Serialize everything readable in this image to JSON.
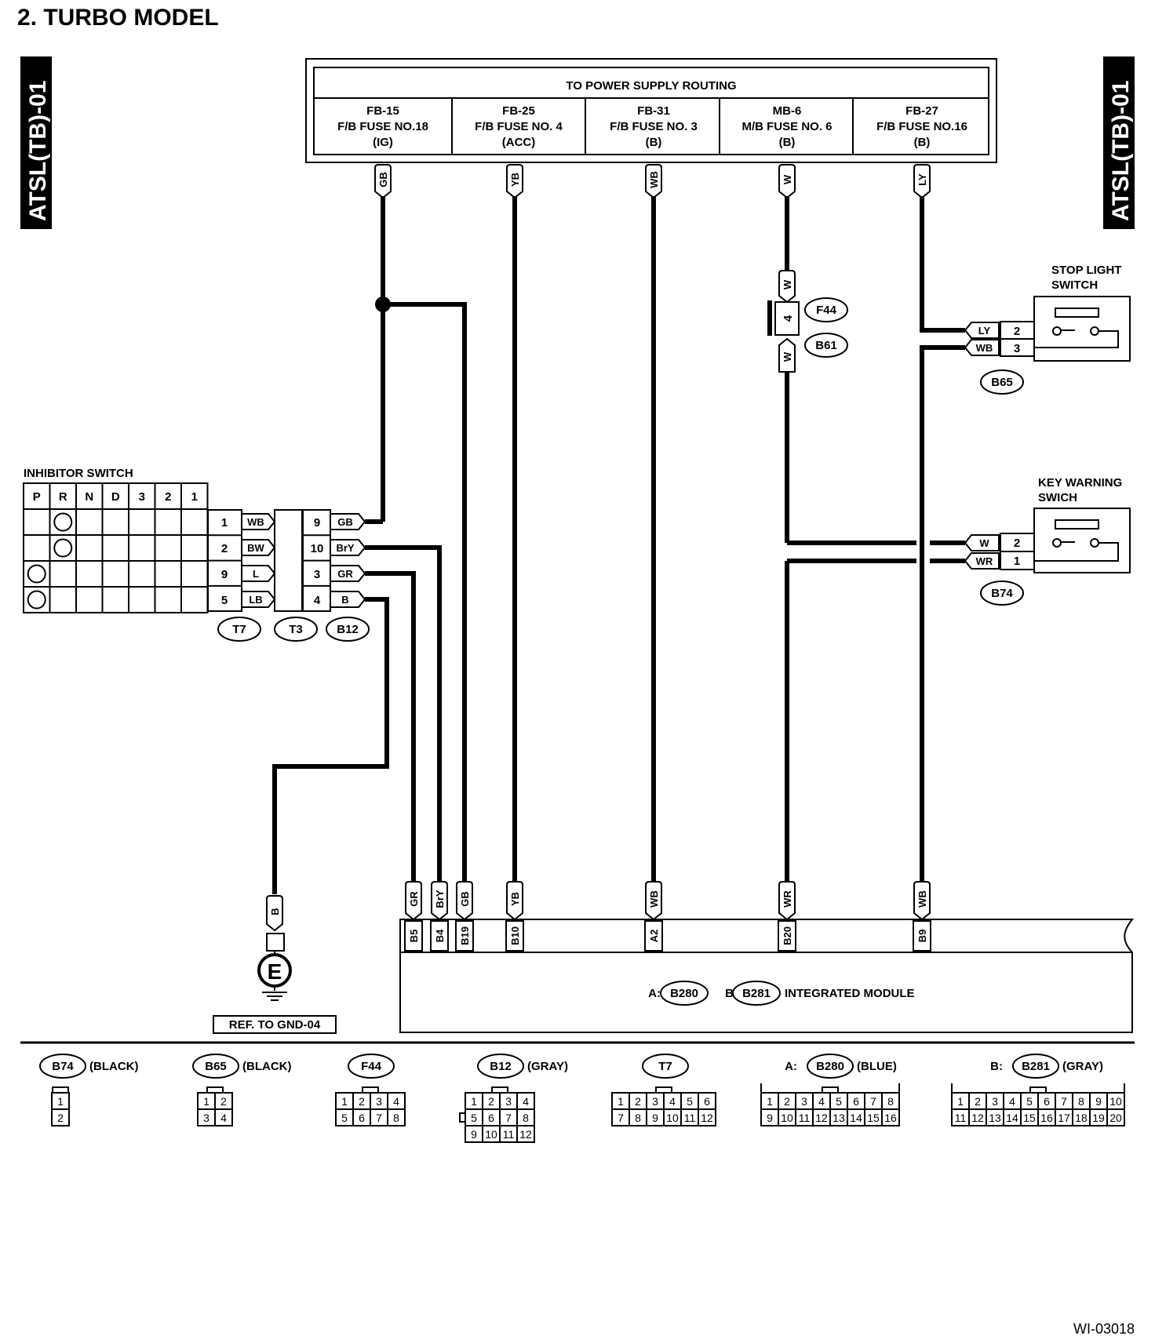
{
  "title": "2.  TURBO MODEL",
  "side_tab_left": "ATSL(TB)-01",
  "side_tab_right": "ATSL(TB)-01",
  "figure_id": "WI-03018",
  "power_supply": {
    "header": "TO POWER SUPPLY ROUTING",
    "fuses": [
      {
        "line1": "FB-15",
        "line2": "F/B FUSE NO.18",
        "line3": "(IG)",
        "wire": "GB"
      },
      {
        "line1": "FB-25",
        "line2": "F/B FUSE NO. 4",
        "line3": "(ACC)",
        "wire": "YB"
      },
      {
        "line1": "FB-31",
        "line2": "F/B FUSE NO. 3",
        "line3": "(B)",
        "wire": "WB"
      },
      {
        "line1": "MB-6",
        "line2": "M/B FUSE NO. 6",
        "line3": "(B)",
        "wire": "W"
      },
      {
        "line1": "FB-27",
        "line2": "F/B FUSE NO.16",
        "line3": "(B)",
        "wire": "LY"
      }
    ]
  },
  "inline_connector": {
    "pin": "4",
    "wire_top": "W",
    "wire_bottom": "W",
    "ids": [
      "F44",
      "B61"
    ]
  },
  "stop_light_switch": {
    "label1": "STOP LIGHT",
    "label2": "SWITCH",
    "connector": "B65",
    "pins": [
      {
        "wire": "LY",
        "pin": "2"
      },
      {
        "wire": "WB",
        "pin": "3"
      }
    ]
  },
  "key_warning_switch": {
    "label1": "KEY WARNING",
    "label2": "SWICH",
    "connector": "B74",
    "pins": [
      {
        "wire": "W",
        "pin": "2"
      },
      {
        "wire": "WR",
        "pin": "1"
      }
    ]
  },
  "inhibitor_switch": {
    "label": "INHIBITOR SWITCH",
    "positions": [
      "P",
      "R",
      "N",
      "D",
      "3",
      "2",
      "1"
    ],
    "rows": [
      {
        "t7_pin": "1",
        "t7_wire": "WB",
        "b12_pin": "9",
        "b12_wire": "GB"
      },
      {
        "t7_pin": "2",
        "t7_wire": "BW",
        "b12_pin": "10",
        "b12_wire": "BrY"
      },
      {
        "t7_pin": "9",
        "t7_wire": "L",
        "b12_pin": "3",
        "b12_wire": "GR"
      },
      {
        "t7_pin": "5",
        "t7_wire": "LB",
        "b12_pin": "4",
        "b12_wire": "B"
      }
    ],
    "connectors": [
      "T7",
      "T3",
      "B12"
    ]
  },
  "ground": {
    "wire": "B",
    "symbol": "E",
    "ref": "REF. TO GND-04"
  },
  "module": {
    "label_a": "A:",
    "conn_a": "B280",
    "label_b": "B:",
    "conn_b": "B281",
    "name": "INTEGRATED MODULE",
    "terminals": [
      {
        "wire": "GR",
        "term": "B5"
      },
      {
        "wire": "BrY",
        "term": "B4"
      },
      {
        "wire": "GB",
        "term": "B19"
      },
      {
        "wire": "YB",
        "term": "B10"
      },
      {
        "wire": "WB",
        "term": "A2"
      },
      {
        "wire": "WR",
        "term": "B20"
      },
      {
        "wire": "WB",
        "term": "B9"
      }
    ]
  },
  "connector_legend": [
    {
      "id": "B74",
      "color": "(BLACK)",
      "rows": [
        [
          "1"
        ],
        [
          "2"
        ]
      ]
    },
    {
      "id": "B65",
      "color": "(BLACK)",
      "rows": [
        [
          "1",
          "2"
        ],
        [
          "3",
          "4"
        ]
      ]
    },
    {
      "id": "F44",
      "color": "",
      "rows": [
        [
          "1",
          "2",
          "3",
          "4"
        ],
        [
          "5",
          "6",
          "7",
          "8"
        ]
      ]
    },
    {
      "id": "B12",
      "color": "(GRAY)",
      "rows": [
        [
          "1",
          "2",
          "3",
          "4"
        ],
        [
          "5",
          "6",
          "7",
          "8"
        ],
        [
          "9",
          "10",
          "11",
          "12"
        ]
      ]
    },
    {
      "id": "T7",
      "color": "",
      "rows": [
        [
          "1",
          "2",
          "3",
          "4",
          "5",
          "6"
        ],
        [
          "7",
          "8",
          "9",
          "10",
          "11",
          "12"
        ]
      ]
    },
    {
      "id": "B280",
      "prefix": "A:",
      "color": "(BLUE)",
      "rows": [
        [
          "1",
          "2",
          "3",
          "4",
          "5",
          "6",
          "7",
          "8"
        ],
        [
          "9",
          "10",
          "11",
          "12",
          "13",
          "14",
          "15",
          "16"
        ]
      ]
    },
    {
      "id": "B281",
      "prefix": "B:",
      "color": "(GRAY)",
      "rows": [
        [
          "1",
          "2",
          "3",
          "4",
          "5",
          "6",
          "7",
          "8",
          "9",
          "10"
        ],
        [
          "11",
          "12",
          "13",
          "14",
          "15",
          "16",
          "17",
          "18",
          "19",
          "20"
        ]
      ]
    }
  ]
}
